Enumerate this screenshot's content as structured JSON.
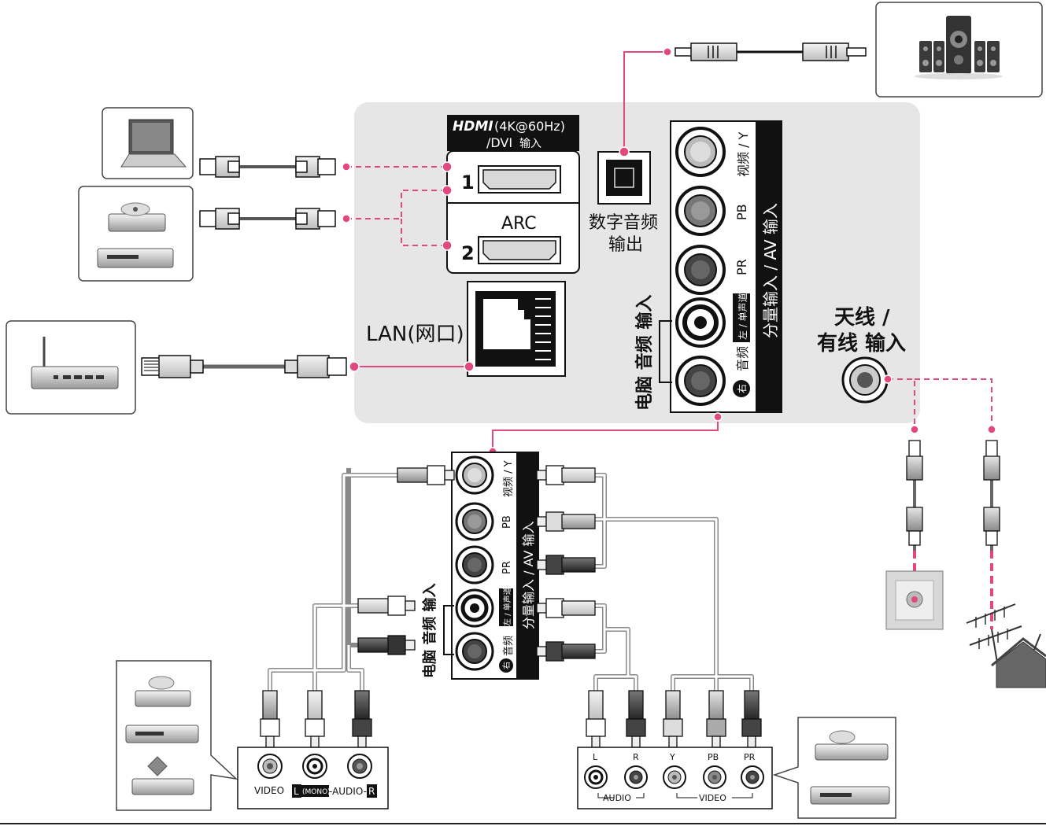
{
  "tv_panel": {
    "hdmi": {
      "logo": "HDMI",
      "spec": "(4K@60Hz)",
      "line2_prefix": "/DVI",
      "line2_suffix": "输入",
      "port1": "1",
      "port2": "2",
      "arc": "ARC"
    },
    "digital_audio": {
      "line1": "数字音频",
      "line2": "输出"
    },
    "lan": "LAN(网口)",
    "component": {
      "title": "分量输入 / AV 输入",
      "video_y": "视频 / Y",
      "pb": "PB",
      "pr": "PR",
      "audio_left": "音频",
      "left_mono_badge": "左 / 单声道",
      "right_badge": "右",
      "pc_audio": "电脑 音频 输入"
    },
    "antenna": {
      "line1": "天线 /",
      "line2": "有线 输入"
    }
  },
  "expanded_panel": {
    "title": "分量输入 / AV 输入",
    "video_y": "视频 / Y",
    "pb": "PB",
    "pr": "PR",
    "audio_left": "音频",
    "left_mono_badge": "左 / 单声道",
    "right_badge": "右",
    "pc_audio": "电脑 音频 输入"
  },
  "av_device": {
    "video": "VIDEO",
    "l_badge": "L",
    "mono": "(MONO)",
    "audio": "-AUDIO-",
    "r_badge": "R"
  },
  "component_device": {
    "l": "L",
    "r": "R",
    "y": "Y",
    "pb": "PB",
    "pr": "PR",
    "audio_group": "AUDIO",
    "video_group": "VIDEO"
  },
  "colors": {
    "accent_pink": "#e0487f",
    "panel_gray": "#e6e6e6",
    "black": "#111111",
    "cable_gray": "#555555"
  },
  "icons": [
    "laptop-icon",
    "dvd-player-icon",
    "router-icon",
    "speaker-system-icon",
    "wall-outlet-icon",
    "antenna-icon",
    "house-icon"
  ]
}
